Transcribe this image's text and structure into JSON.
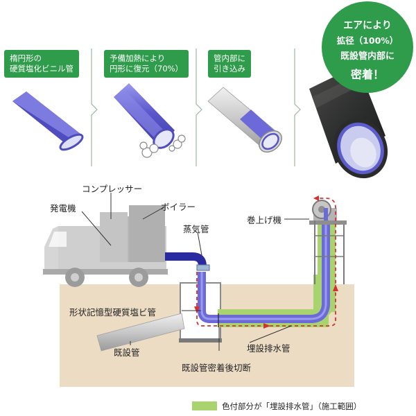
{
  "steps": [
    {
      "line1": "楕円形の",
      "line2": "硬質塩化ビニル管"
    },
    {
      "line1": "予備加熱により",
      "line2": "円形に復元（70%）"
    },
    {
      "line1": "管内部に",
      "line2": "引き込み"
    }
  ],
  "badge": {
    "line1": "エアにより",
    "line2": "拡径（100%）",
    "line3": "既設管内部に",
    "line4": "密着！"
  },
  "labels": {
    "compressor": "コンプレッサー",
    "generator": "発電機",
    "boiler": "ボイラー",
    "steam_pipe": "蒸気管",
    "winch": "巻上げ機",
    "shape_memory_pipe": "形状記憶型硬質塩ビ管",
    "existing_pipe": "既設管",
    "buried_drain_pipe": "埋設排水管",
    "cut_after_adhesion": "既設管密着後切断"
  },
  "legend": {
    "text": "色付部分が「埋設排水管」（施工範囲）",
    "color": "#a8d36e"
  },
  "colors": {
    "accent_green": "#2e9c4a",
    "liner_blue": "#6c6ad8",
    "ground": "#ecdcc4",
    "flow_arrow": "#d23232"
  }
}
